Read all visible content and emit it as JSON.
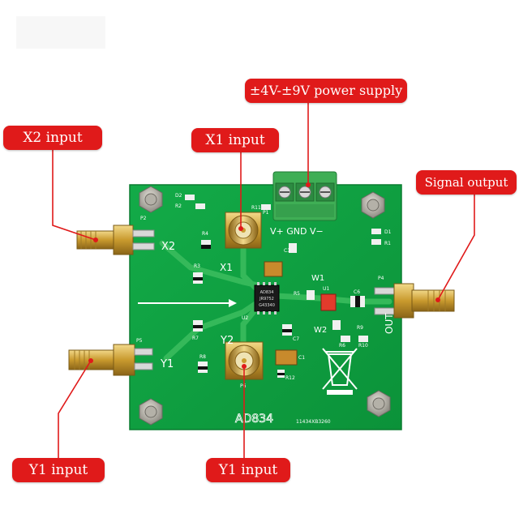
{
  "callouts": {
    "power_supply": "±4V-±9V power supply",
    "x2_input": "X2 input",
    "x1_input": "X1 input",
    "signal_output": "Signal output",
    "y1_input_left": "Y1 input",
    "y1_input_center": "Y1 input"
  },
  "board": {
    "silkscreen": {
      "x2": "X2",
      "x1": "X1",
      "y1": "Y1",
      "y2": "Y2",
      "out": "OUT",
      "power_pins": "V+ GND V−",
      "w1": "W1",
      "w2": "W2",
      "p1": "P1",
      "p2": "P2",
      "p4": "P4",
      "p5": "P5",
      "p6": "P6",
      "r1": "R1",
      "r2": "R2",
      "r3": "R3",
      "r4": "R4",
      "r5": "R5",
      "r6": "R6",
      "r7": "R7",
      "r8": "R8",
      "r9": "R9",
      "r10": "R10",
      "r11": "R11",
      "r12": "R12",
      "c1": "C1",
      "c3": "C3",
      "c6": "C6",
      "c7": "C7",
      "d1": "D1",
      "d2": "D2",
      "u1": "U1",
      "u2": "U2",
      "serial": "11434XB3260",
      "board_name": "AD834"
    },
    "chip_marking": [
      "AD834",
      "JR9752",
      "G43340"
    ]
  },
  "colors": {
    "callout_red": "#e01a1a",
    "pcb_green": "#0fa043",
    "trace_green": "#35b95a",
    "gold": "#c99a2e",
    "terminal_green": "#3fae55"
  }
}
